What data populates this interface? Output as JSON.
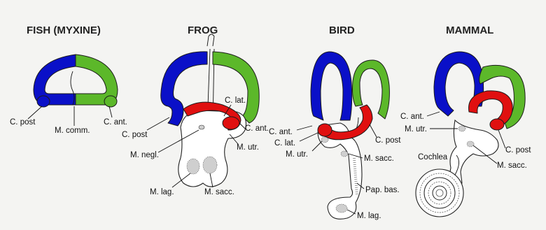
{
  "colors": {
    "blue": "#0a10c8",
    "green": "#5cb82a",
    "red": "#e01010",
    "outline": "#222222",
    "background": "#f4f4f2"
  },
  "panels": {
    "fish": {
      "title": "FISH (MYXINE)",
      "labels": {
        "c_post": "C. post",
        "m_comm": "M. comm.",
        "c_ant": "C. ant."
      }
    },
    "frog": {
      "title": "FROG",
      "labels": {
        "c_lat": "C. lat.",
        "c_post": "C. post",
        "c_ant": "C. ant.",
        "m_negl": "M. negl.",
        "m_utr": "M. utr.",
        "m_lag": "M. lag.",
        "m_sacc": "M. sacc."
      }
    },
    "bird": {
      "title": "BIRD",
      "labels": {
        "c_ant": "C. ant.",
        "c_lat": "C. lat.",
        "m_utr": "M. utr.",
        "c_post": "C. post",
        "m_sacc": "M. sacc.",
        "pap_bas": "Pap. bas.",
        "m_lag": "M. lag."
      }
    },
    "mammal": {
      "title": "MAMMAL",
      "labels": {
        "c_ant": "C. ant.",
        "m_utr": "M. utr.",
        "c_post": "C. post",
        "cochlea": "Cochlea",
        "m_sacc": "M. sacc."
      }
    }
  }
}
